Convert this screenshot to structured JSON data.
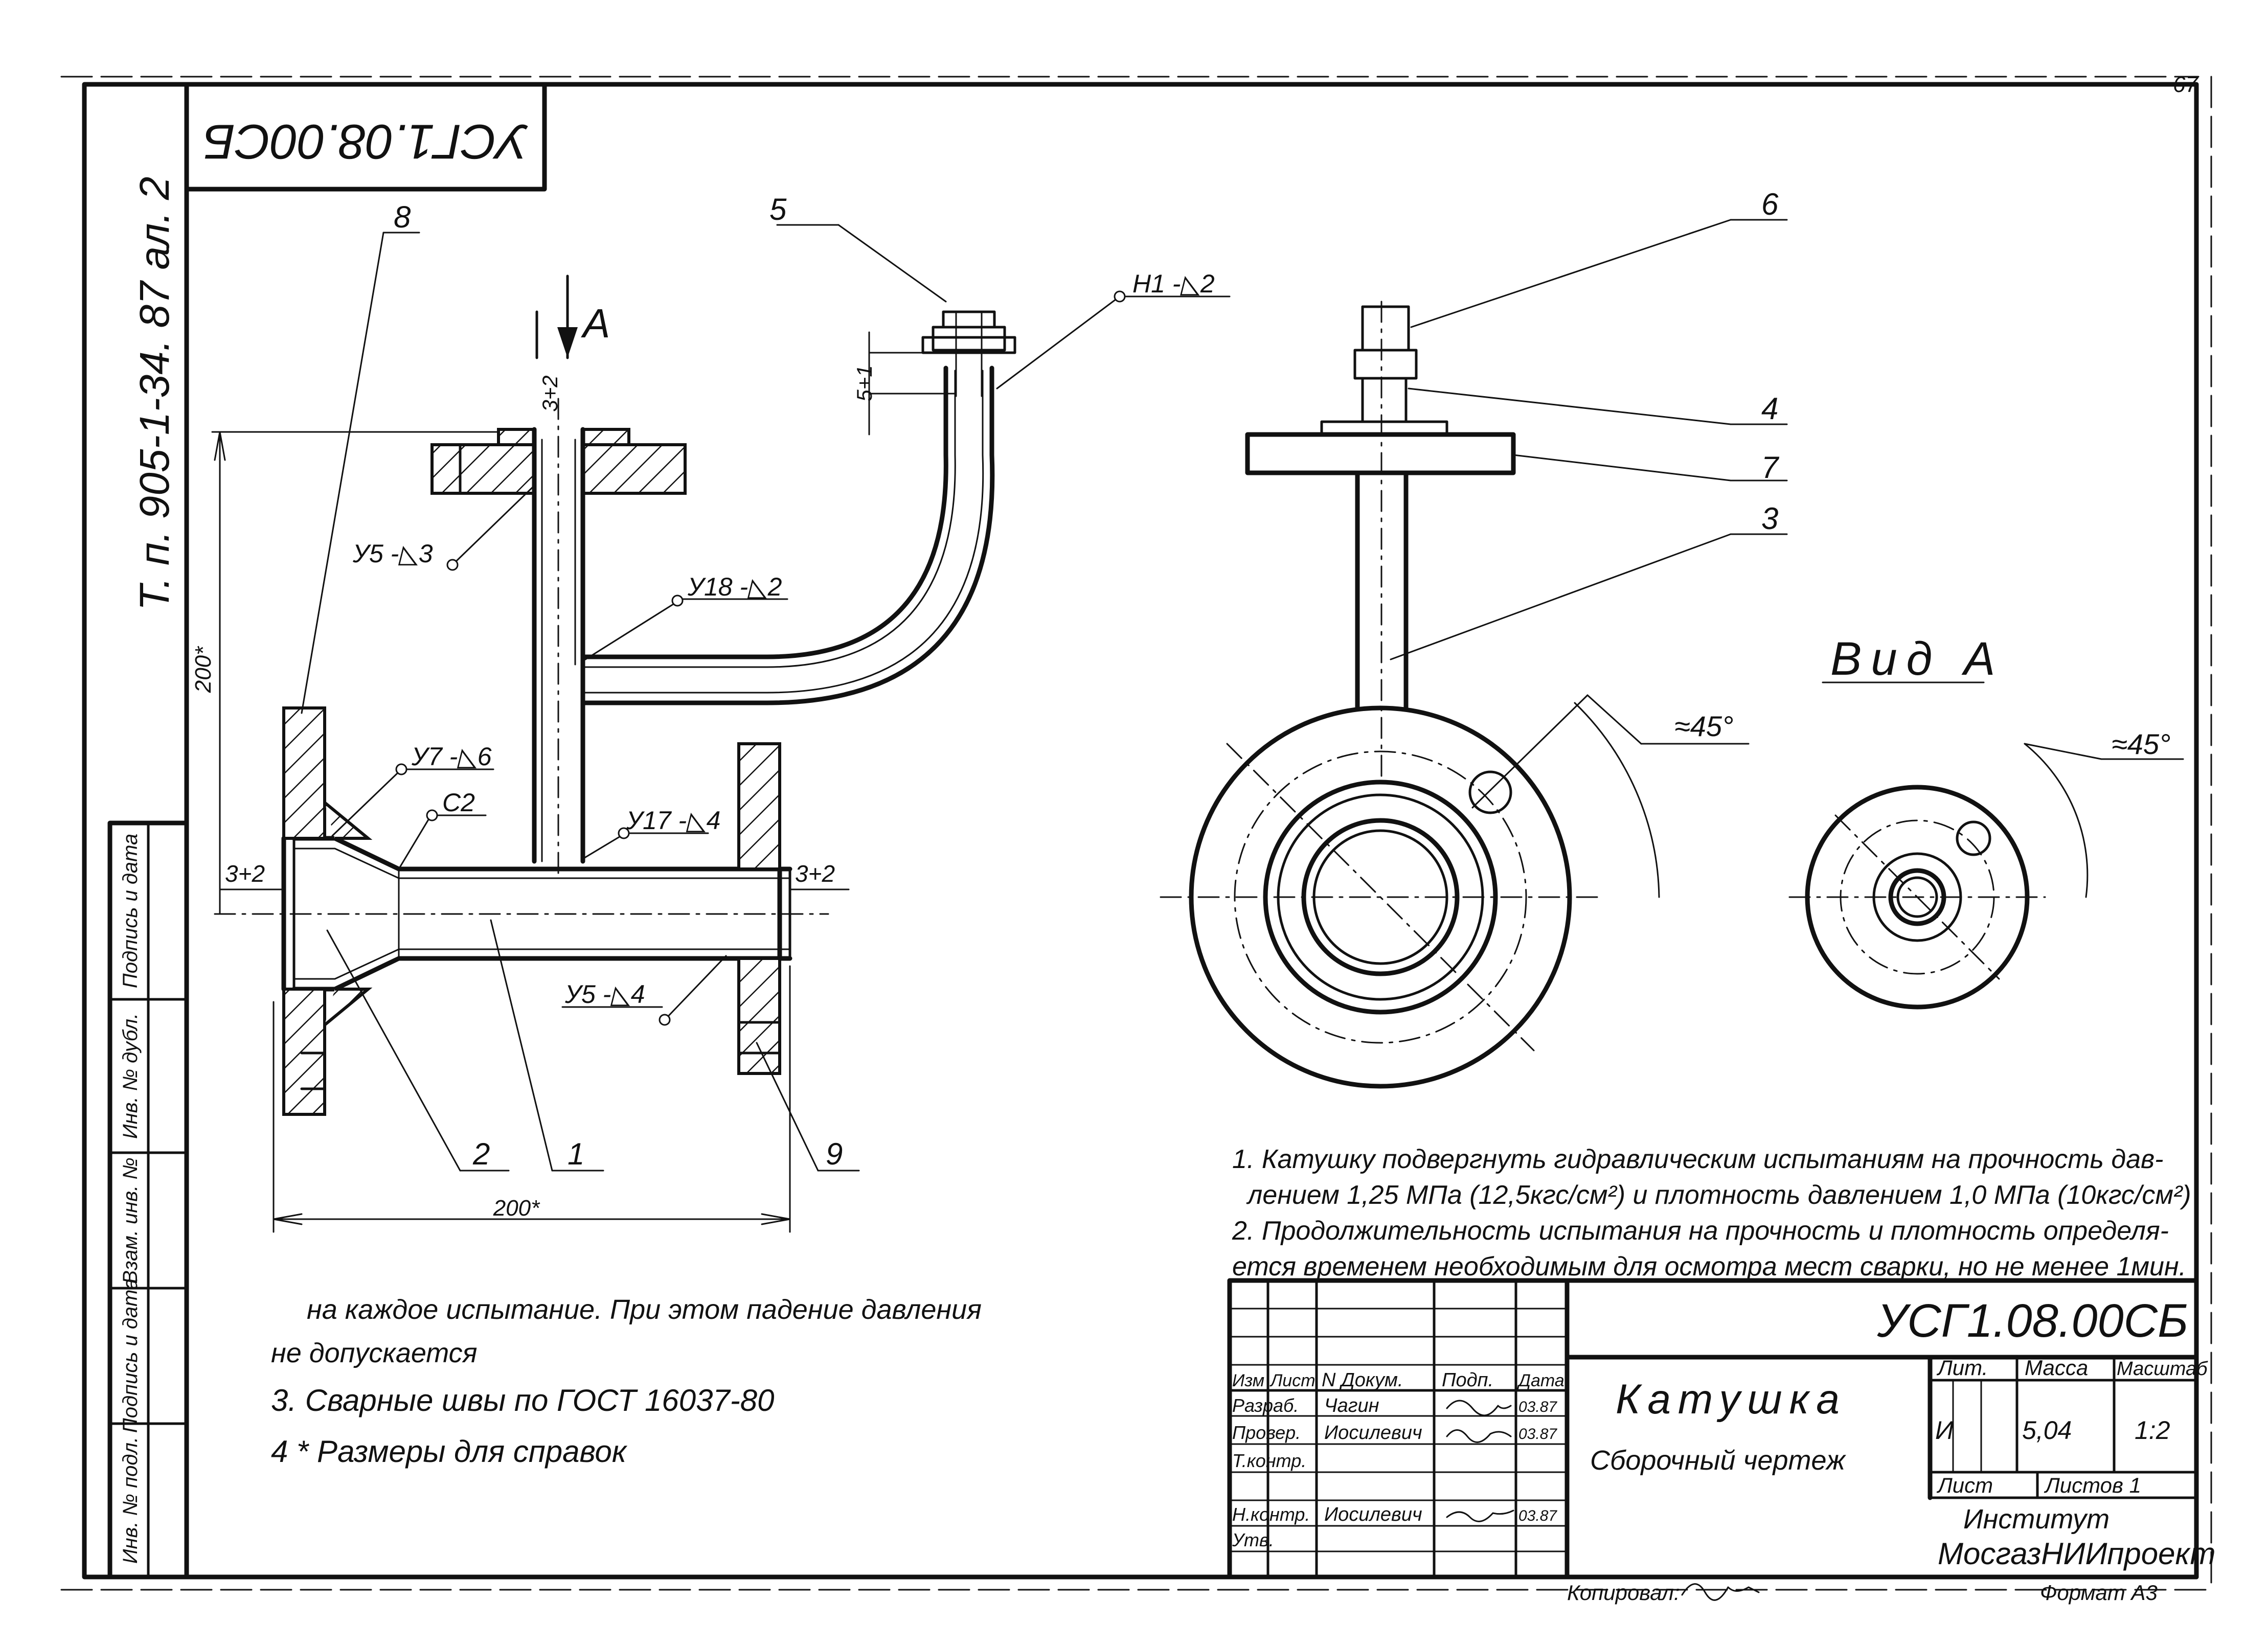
{
  "sheet": {
    "page_number": "67",
    "doc_code_rotated": "УСГ1.08.00СБ",
    "series_label": "Т. п. 905-1-34. 87 ал. 2",
    "left_strip": [
      "Инв. № подл.",
      "Подпись и дата",
      "Взам. инв. №",
      "Инв. № дубл.",
      "Подпись и дата"
    ]
  },
  "callouts": {
    "p1": "1",
    "p2": "2",
    "p3": "3",
    "p4": "4",
    "p5": "5",
    "p6": "6",
    "p7": "7",
    "p8": "8",
    "p9": "9"
  },
  "dimensions": {
    "d200_vertical": "200*",
    "d200_horizontal": "200*",
    "d3_left": "3+2",
    "d3_right": "3+2",
    "d3_top": "3+2",
    "d5": "5+1",
    "angle_main": "≈45°",
    "angle_view": "≈45°"
  },
  "welds": {
    "w1": "Н1 -◺2",
    "w2": "У5 -◺3",
    "w3": "У18 -◺2",
    "w4": "У7 -◺6",
    "w5": "С2",
    "w6": "У17 -◺4",
    "w7": "У5 -◺4"
  },
  "view": {
    "arrow_label": "А",
    "title": "Вид А"
  },
  "notes": [
    "1.  Катушку подвергнуть гидравлическим испытаниям на прочность дав-",
    "лением 1,25 МПа (12,5кгс/см²) и плотность давлением 1,0 МПа (10кгс/см²)",
    "2. Продолжительность испытания на прочность и плотность определя-",
    "ется временем необходимым для осмотра мест сварки, но не менее 1мин.",
    "на каждое испытание. При этом падение давления",
    "не допускается",
    "3.  Сварные швы по  ГОСТ 16037-80",
    "4  * Размеры  для  справок"
  ],
  "title_block": {
    "designation": "УСГ1.08.00СБ",
    "name": "Катушка",
    "subtitle": "Сборочный  чертеж",
    "hdr_izm": "Изм",
    "hdr_list": "Лист",
    "hdr_doc": "N Докум.",
    "hdr_sign": "Подп.",
    "hdr_date": "Дата",
    "role_dev": "Разраб.",
    "role_check": "Провер.",
    "role_tcontr": "Т.контр.",
    "role_ncontr": "Н.контр.",
    "role_approve": "Утв.",
    "name_dev": "Чагин",
    "name_check": "Иосилевич",
    "name_ncontr": "Иосилевич",
    "date_dev": "03.87",
    "date_check": "03.87",
    "date_ncontr": "03.87",
    "lit_header": "Лит.",
    "mass_header": "Масса",
    "scale_header": "Масштаб",
    "lit_value": "И",
    "mass_value": "5,04",
    "scale_value": "1:2",
    "sheet_label": "Лист",
    "sheets_label": "Листов 1",
    "org_line1": "Институт",
    "org_line2": "МосгазНИИпроект",
    "copied_by": "Копировал:",
    "format": "Формат А3"
  }
}
